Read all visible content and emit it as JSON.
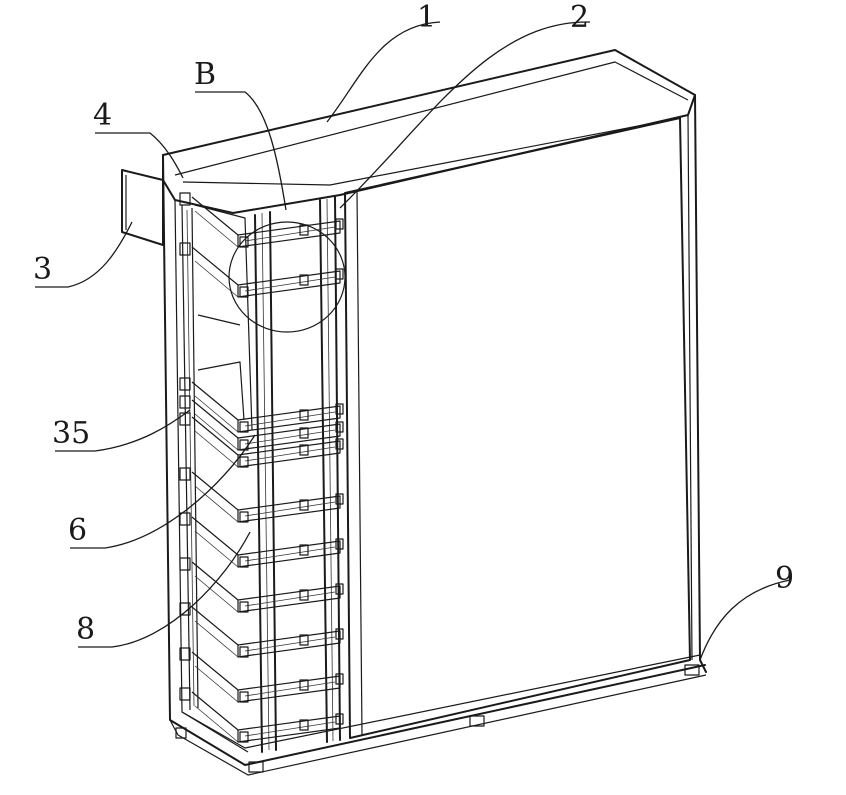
{
  "labels": {
    "l1": "1",
    "l2": "2",
    "lB": "B",
    "l4": "4",
    "l3": "3",
    "l35": "35",
    "l6": "6",
    "l8": "8",
    "l9": "9"
  },
  "colors": {
    "line": "#1a1a1a",
    "paper": "#ffffff"
  }
}
